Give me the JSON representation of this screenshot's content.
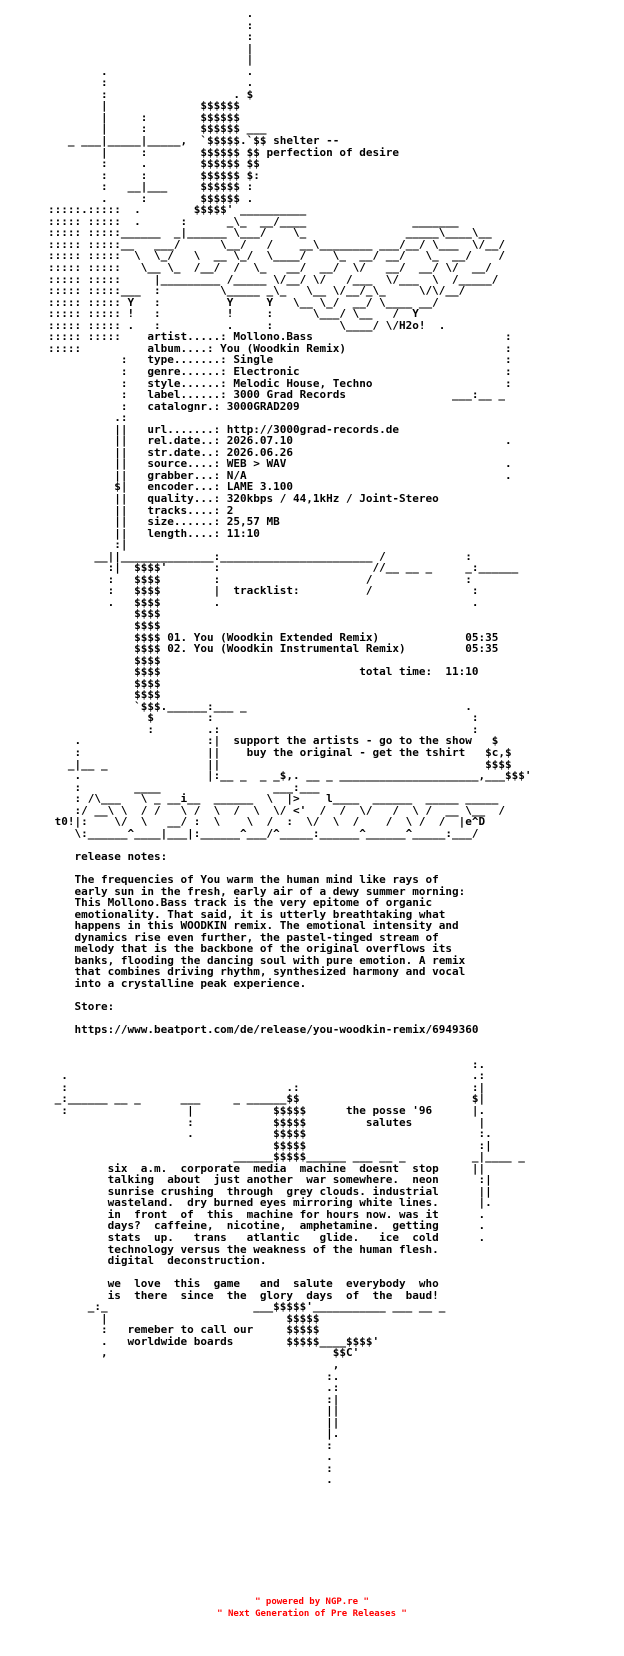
{
  "nfo": {
    "lines": [
      "                              .",
      "                              :",
      "                              :",
      "                              |",
      "                              |",
      "        .                     .",
      "        :                     .",
      "        :                   . $",
      "        |              $$$$$$",
      "        |     :        $$$$$$",
      "        |     :        $$$$$$ ___",
      "   _ ___|_____|_____,  `$$$$$.`$$ shelter --",
      "        |     :        $$$$$$ $$ perfection of desire",
      "        :     .        $$$$$$ $$",
      "        :     :        $$$$$$ $:",
      "        :   __|___     $$$$$$ :",
      "        .     :        $$$$$$ .",
      ":::::.:::::  .        $$$$$' __________",
      "::::: :::::  .      :      _\\_  __/____                _______",
      "::::: :::::______  _|______ \\___/    \\_               _____\\____\\__",
      "::::: :::::__   ___/      \\__/   /    __\\________ ___/__/ \\___  \\/__/",
      "::::: :::::  \\  \\_/   \\  __ \\_/  \\____/    \\_  __/ __/   \\_  __/    /",
      "::::: :::::   \\__ \\_  /__/  /  \\_   __/  __/  \\/   __/  __/ \\/  __/",
      "::::: :::::     |_________ /_____ \\/__/ \\/   /___  \\/___  \\  /_____/",
      "::::: :::::___  :         \\_____ _\\_   \\__ \\/__/_\\_     \\/\\/__/",
      "::::: ::::: Y   :          Y     Y   \\__ \\_/  __/ \\____ __/",
      "::::: ::::: !   :          !     :      \\___/ \\__   /  Y",
      "::::: ::::: .   :          .     :          \\____/ \\/H2o!  .",
      "::::: :::::    artist.....: Mollono.Bass                             :",
      ":::::          album....: You (Woodkin Remix)                        :",
      "           :   type.......: Single                                   :",
      "           :   genre......: Electronic                               :",
      "           :   style......: Melodic House, Techno                    :",
      "           :   label......: 3000 Grad Records                ___:__ _",
      "           :   catalognr.: 3000GRAD209",
      "          .:",
      "          ||   url.......: http://3000grad-records.de",
      "          ||   rel.date..: 2026.07.10                                .",
      "          ||   str.date..: 2026.06.26",
      "          ||   source....: WEB > WAV                                 .",
      "          ||   grabber...: N/A                                       .",
      "          $|   encoder...: LAME 3.100",
      "          ||   quality...: 320kbps / 44,1kHz / Joint-Stereo",
      "          ||   tracks....: 2",
      "          ||   size......: 25,57 MB",
      "          ||   length....: 11:10",
      "          :|",
      "       __||______________:_______________________ /            :",
      "         :|  $$$$'       :                       //__ __ _     _:______",
      "         :   $$$$        :                      /              :",
      "         :   $$$$        |  tracklist:          /               :",
      "         .   $$$$        .                                      .",
      "             $$$$",
      "             $$$$",
      "             $$$$ 01. You (Woodkin Extended Remix)             05:35",
      "             $$$$ 02. You (Woodkin Instrumental Remix)         05:35",
      "             $$$$",
      "             $$$$                              total time:  11:10",
      "             $$$$",
      "             $$$$",
      "             `$$$.______:___ _                                 .",
      "               $        :                                       :",
      "               :        .:                                      :",
      "    .                   :|  support the artists - go to the show   $",
      "    :                   ||    buy the original - get the tshirt   $c,$",
      "   _|__ _               ||                                        $$$$",
      "    .                   |:__ _  _ _$,. __ _ _____________________,___$$$'",
      "    :        ____                 ___:___",
      "    : /\\___   \\ _ __i__  ______  \\  |>    l____  ______  _____ _____",
      "    :/ __\\ \\  / /   \\ /  \\  /  \\  \\/ <'  /  /  \\/   /  \\ /  __ \\__  /",
      " t0!|:    \\/  \\   __/ :  \\    \\  /  :  \\/  \\  /    /  \\ /  /  |e^D",
      "    \\:______^____|___|:______^___/^_____:______^______^_____:___/",
      "",
      "    release notes:",
      "",
      "    The frequencies of You warm the human mind like rays of",
      "    early sun in the fresh, early air of a dewy summer morning:",
      "    This Mollono.Bass track is the very epitome of organic",
      "    emotionality. That said, it is utterly breathtaking what",
      "    happens in this WOODKIN remix. The emotional intensity and",
      "    dynamics rise even further, the pastel-tinged stream of",
      "    melody that is the backbone of the original overflows its",
      "    banks, flooding the dancing soul with pure emotion. A remix",
      "    that combines driving rhythm, synthesized harmony and vocal",
      "    into a crystalline peak experience.",
      "",
      "    Store:",
      "",
      "    https://www.beatport.com/de/release/you-woodkin-remix/6949360",
      "",
      "",
      "                                                                :.",
      "  .                                                             .:",
      "  :                                 .:                          :|",
      " _:______ __ _      ___     _ ______$$                          $|",
      "  :                  |            $$$$$      the posse '96      |.",
      "                     :            $$$$$         salutes          |",
      "                     .            $$$$$                          :.",
      "                                  $$$$$                          :|",
      "                            ______$$$$$______ ___ __ _          _|____ _",
      "         six  a.m.  corporate  media  machine  doesnt  stop     ||",
      "         talking  about  just another  war somewhere.  neon      :|",
      "         sunrise crushing  through  grey clouds. industrial      ||",
      "         wasteland.  dry burned eyes mirroring white lines.      |.",
      "         in  front  of  this  machine for hours now. was it      .",
      "         days?  caffeine,  nicotine,  amphetamine.  getting      .",
      "         stats  up.   trans   atlantic   glide.   ice  cold      .",
      "         technology versus the weakness of the human flesh.",
      "         digital  deconstruction.",
      "",
      "         we  love  this  game   and  salute  everybody  who",
      "         is  there  since  the  glory  days  of  the  baud!",
      "      _:_                      ___$$$$$'___________ ___ __ _",
      "        |                           $$$$$",
      "        :   remeber to call our     $$$$$",
      "        .   worldwide boards        $$$$$____$$$$'",
      "        ,                                  $$C'",
      "                                           ,",
      "                                          :.",
      "                                          .:",
      "                                          :|",
      "                                          ||",
      "                                          ||",
      "                                          |.",
      "                                          :",
      "                                          .",
      "                                          :",
      "                                          ."
    ]
  },
  "footer": {
    "line1": "\" powered by NGP.re \"",
    "line2": "\" Next Generation of Pre Releases \"",
    "color": "#ff0000"
  }
}
